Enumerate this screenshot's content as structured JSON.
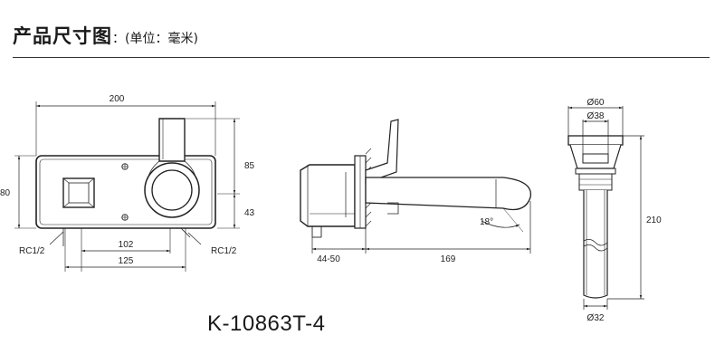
{
  "header": {
    "title": "产品尺寸图",
    "unit_note": "：(单位：毫米)"
  },
  "model": "K-10863T-4",
  "front_view": {
    "width_label": "200",
    "height_label": "80",
    "upper_label": "85",
    "lower_label": "43",
    "inner_width_label": "102",
    "outer_width_label": "125",
    "thread_left": "RC1/2",
    "thread_right": "RC1/2"
  },
  "side_view": {
    "wall_label": "44-50",
    "spout_label": "169",
    "angle_label": "18°"
  },
  "drain_view": {
    "top_dia": "Ø60",
    "inner_dia": "Ø38",
    "height_label": "210",
    "bottom_dia": "Ø32"
  }
}
